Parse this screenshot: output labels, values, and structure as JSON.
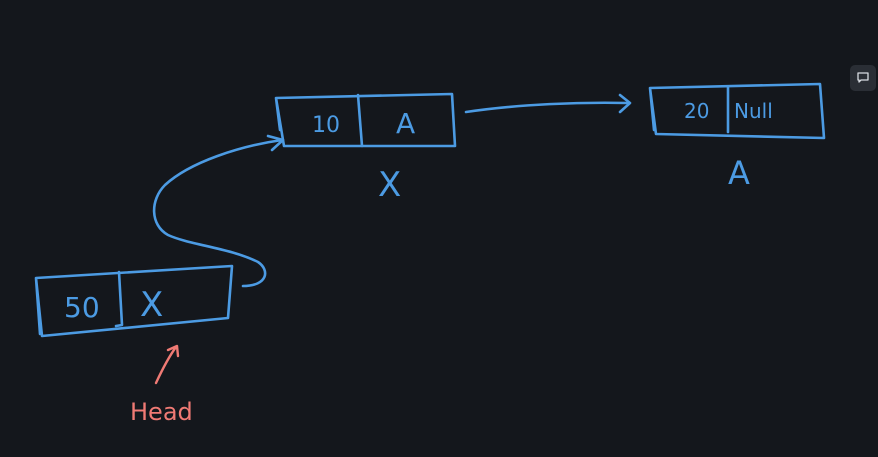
{
  "nodes": [
    {
      "value": "50",
      "next": "X",
      "label": "Head"
    },
    {
      "value": "10",
      "next": "A",
      "label": "X"
    },
    {
      "value": "20",
      "next": "Null",
      "label": "A"
    }
  ],
  "colors": {
    "background": "#14171c",
    "ink": "#4c9be3",
    "head_label": "#f07a74"
  },
  "toolbar": {
    "comment_icon": "comment-icon"
  }
}
